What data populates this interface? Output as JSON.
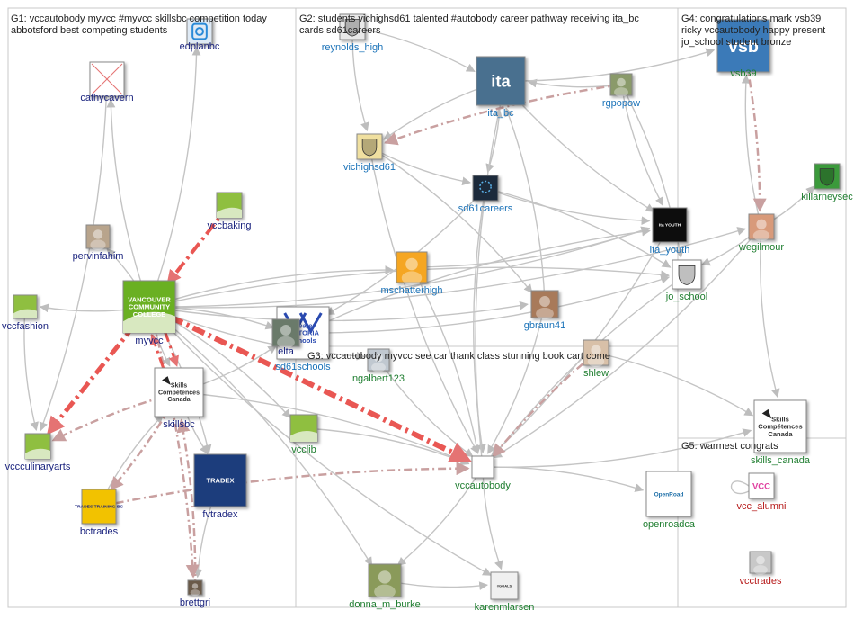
{
  "groups": [
    {
      "id": "G1",
      "lines": [
        "G1: vccautobody myvcc #myvcc skillsbc competition today",
        "abbotsford best competing students"
      ]
    },
    {
      "id": "G2",
      "lines": [
        "G2: students vichighsd61 talented #autobody career pathway receiving ita_bc",
        "cards sd61careers"
      ]
    },
    {
      "id": "G3",
      "lines": [
        "G3: vccautobody myvcc see car thank class stunning book cart come"
      ]
    },
    {
      "id": "G4",
      "lines": [
        "G4: congratulations mark vsb39",
        "ricky vccautobody happy present",
        "jo_school student bronze"
      ]
    },
    {
      "id": "G5",
      "lines": [
        "G5: warmest congrats"
      ]
    }
  ],
  "nodes": [
    {
      "id": "edplanbc",
      "label": "edplanbc",
      "color": "#1a237e",
      "fill": "#dfeaf5",
      "icon": "edplan-logo-icon"
    },
    {
      "id": "cathycavern",
      "label": "cathycavern",
      "color": "#1a237e",
      "fill": "#ffffff",
      "icon": "missing-image-icon"
    },
    {
      "id": "vccbaking",
      "label": "vccbaking",
      "color": "#1a237e",
      "fill": "#8fbf3f",
      "icon": "vcc-logo-icon"
    },
    {
      "id": "pervinfahim",
      "label": "pervinfahim",
      "color": "#1a237e",
      "fill": "#b8a48c",
      "icon": "avatar-icon"
    },
    {
      "id": "vccfashion",
      "label": "vccfashion",
      "color": "#1a237e",
      "fill": "#8fbf3f",
      "icon": "vcc-logo-icon"
    },
    {
      "id": "myvcc",
      "label": "myvcc",
      "color": "#1a237e",
      "fill": "#6ab023",
      "icon": "vcc-logo-icon"
    },
    {
      "id": "skillsbc",
      "label": "skillsbc",
      "color": "#1a237e",
      "fill": "#ffffff",
      "icon": "skills-logo-icon"
    },
    {
      "id": "vccculinaryarts",
      "label": "vccculinaryarts",
      "color": "#1a237e",
      "fill": "#8fbf3f",
      "icon": "vcc-logo-icon"
    },
    {
      "id": "bctrades",
      "label": "bctrades",
      "color": "#1a237e",
      "fill": "#f2c200",
      "icon": "trades-logo-icon"
    },
    {
      "id": "fvtradex",
      "label": "fvtradex",
      "color": "#1a237e",
      "fill": "#1d3c7c",
      "icon": "tradex-logo-icon"
    },
    {
      "id": "brettgri",
      "label": "brettgri",
      "color": "#1a237e",
      "fill": "#6b5a4a",
      "icon": "avatar-icon"
    },
    {
      "id": "reynolds_high",
      "label": "reynolds_high",
      "color": "#1a72b8",
      "fill": "#e8e8e8",
      "icon": "school-crest-icon"
    },
    {
      "id": "ita_bc",
      "label": "ita_bc",
      "color": "#1a72b8",
      "fill": "#4a6f8f",
      "icon": "ita-logo-icon"
    },
    {
      "id": "rgpopow",
      "label": "rgpopow",
      "color": "#1a72b8",
      "fill": "#8a9a6a",
      "icon": "avatar-icon"
    },
    {
      "id": "vichighsd61",
      "label": "vichighsd61",
      "color": "#1a72b8",
      "fill": "#f0e0a0",
      "icon": "school-crest-icon"
    },
    {
      "id": "sd61careers",
      "label": "sd61careers",
      "color": "#1a72b8",
      "fill": "#1a2a3a",
      "icon": "careers-logo-icon"
    },
    {
      "id": "ita_youth",
      "label": "ita_youth",
      "color": "#1a72b8",
      "fill": "#111111",
      "icon": "ita-youth-logo-icon"
    },
    {
      "id": "mschatterhigh",
      "label": "mschatterhigh",
      "color": "#1a72b8",
      "fill": "#f5a623",
      "icon": "avatar-icon"
    },
    {
      "id": "jo_school",
      "label": "jo_school",
      "color": "#1e7d2f",
      "fill": "#ffffff",
      "icon": "school-crest-icon"
    },
    {
      "id": "gbraun41",
      "label": "gbraun41",
      "color": "#1a72b8",
      "fill": "#a87a5a",
      "icon": "avatar-icon"
    },
    {
      "id": "sd61schools",
      "label": "sd61schools",
      "color": "#1a72b8",
      "fill": "#ffffff",
      "icon": "victoria-schools-logo-icon"
    },
    {
      "id": "eltag",
      "label": "elta",
      "color": "#1a237e",
      "fill": "#6a7a6a",
      "icon": "avatar-icon"
    },
    {
      "id": "ngalbert123",
      "label": "ngalbert123",
      "color": "#1e7d2f",
      "fill": "#c0c8d0",
      "icon": "avatar-icon"
    },
    {
      "id": "shlew",
      "label": "shlew",
      "color": "#1e7d2f",
      "fill": "#d8c0a8",
      "icon": "avatar-icon"
    },
    {
      "id": "vcclib",
      "label": "vcclib",
      "color": "#1e7d2f",
      "fill": "#8fbf3f",
      "icon": "vcc-logo-icon"
    },
    {
      "id": "vccautobody",
      "label": "vccautobody",
      "color": "#1e7d2f",
      "fill": "#ffffff",
      "icon": "vcc-logo-icon"
    },
    {
      "id": "openroadca",
      "label": "openroadca",
      "color": "#1e7d2f",
      "fill": "#ffffff",
      "icon": "openroad-logo-icon"
    },
    {
      "id": "donna_m_burke",
      "label": "donna_m_burke",
      "color": "#1e7d2f",
      "fill": "#8a9a5a",
      "icon": "avatar-icon"
    },
    {
      "id": "karenmlarsen",
      "label": "karenmlarsen",
      "color": "#1e7d2f",
      "fill": "#f0f0f0",
      "icon": "goals-image-icon"
    },
    {
      "id": "vsb39",
      "label": "vsb39",
      "color": "#1e7d2f",
      "fill": "#3a7ab8",
      "icon": "vsb-logo-icon"
    },
    {
      "id": "killarneysec",
      "label": "killarneysec",
      "color": "#1e7d2f",
      "fill": "#3a9a3a",
      "icon": "school-crest-icon"
    },
    {
      "id": "wegilmour",
      "label": "wegilmour",
      "color": "#1e7d2f",
      "fill": "#d89a7a",
      "icon": "avatar-icon"
    },
    {
      "id": "skills_canada",
      "label": "skills_canada",
      "color": "#1e7d2f",
      "fill": "#ffffff",
      "icon": "skills-logo-icon"
    },
    {
      "id": "vcc_alumni",
      "label": "vcc_alumni",
      "color": "#b71c1c",
      "fill": "#ffffff",
      "icon": "vcc-alumni-logo-icon"
    },
    {
      "id": "vcctrades",
      "label": "vcctrades",
      "color": "#b71c1c",
      "fill": "#c8c8c8",
      "icon": "avatar-icon"
    }
  ],
  "logo_texts": {
    "vcc": "VCC",
    "ita": "ita",
    "ita_youth": "ita YOUTH",
    "tradex": "TRADEX",
    "vsb": "vsb",
    "goals": "#GOALS",
    "openroad": "OpenRoad",
    "trades": "TRADES TRAINING BC",
    "skills": "Skills Compétences Canada",
    "victoria": "Greater VICTORIA Schools",
    "vcc_college": "VANCOUVER COMMUNITY COLLEGE"
  }
}
